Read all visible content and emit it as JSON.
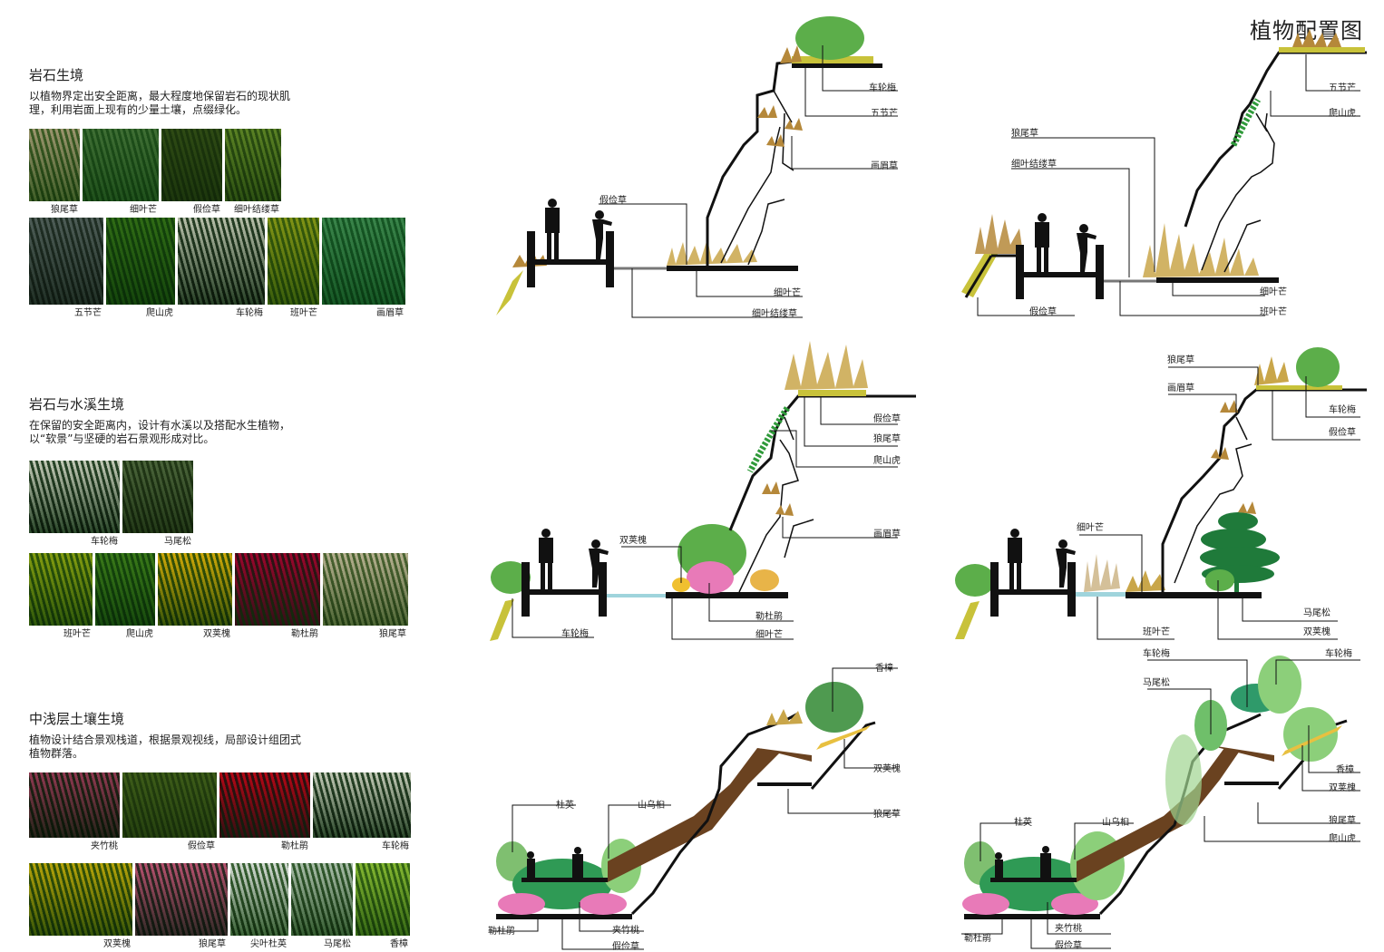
{
  "page_title": "植物配置图",
  "habitats": [
    {
      "title": "岩石生境",
      "desc": "以植物界定出安全距离，最大程度地保留岩石的现状肌理，利用岩面上现有的少量土壤，点缀绿化。",
      "row1": [
        {
          "name": "狼尾草",
          "c1": "#c8c3a8",
          "c2": "#4f7a3a"
        },
        {
          "name": "细叶芒",
          "c1": "#7fa874",
          "c2": "#3f7a3c"
        },
        {
          "name": "假俭草",
          "c1": "#6d8a48",
          "c2": "#43652e"
        },
        {
          "name": "细叶结缕草",
          "c1": "#98b660",
          "c2": "#4a7030"
        }
      ],
      "row2": [
        {
          "name": "五节芒",
          "c1": "#8d9a95",
          "c2": "#3b4f40"
        },
        {
          "name": "爬山虎",
          "c1": "#6fa64a",
          "c2": "#2f6a2a"
        },
        {
          "name": "车轮梅",
          "c1": "#d8ddd0",
          "c2": "#2e4a2e"
        },
        {
          "name": "班叶芒",
          "c1": "#b6c24a",
          "c2": "#4f7a2a"
        },
        {
          "name": "画眉草",
          "c1": "#7ab88a",
          "c2": "#2f7a45"
        }
      ]
    },
    {
      "title": "岩石与水溪生境",
      "desc": "在保留的安全距离内，设计有水溪以及搭配水生植物，以“软景”与坚硬的岩石景观形成对比。",
      "row1": [
        {
          "name": "车轮梅",
          "c1": "#dfe3d8",
          "c2": "#2f4f30"
        },
        {
          "name": "马尾松",
          "c1": "#8aa07a",
          "c2": "#3f5a30"
        }
      ],
      "row2": [
        {
          "name": "班叶芒",
          "c1": "#b8c840",
          "c2": "#3f6f2a"
        },
        {
          "name": "爬山虎",
          "c1": "#7ab050",
          "c2": "#2f6a2a"
        },
        {
          "name": "双荚槐",
          "c1": "#e6cf2e",
          "c2": "#3f6a2a"
        },
        {
          "name": "勒杜鹃",
          "c1": "#c8266a",
          "c2": "#3f6a36"
        },
        {
          "name": "狼尾草",
          "c1": "#d8d4c0",
          "c2": "#5a7a44"
        }
      ]
    },
    {
      "title": "中浅层土壤生境",
      "desc": "植物设计结合景观栈道，根据景观视线，局部设计组团式植物群落。",
      "row1": [
        {
          "name": "夹竹桃",
          "c1": "#c07890",
          "c2": "#2f4a2a"
        },
        {
          "name": "假俭草",
          "c1": "#7e9a50",
          "c2": "#4a6a30"
        },
        {
          "name": "勒杜鹃",
          "c1": "#d8284a",
          "c2": "#3a5a3a"
        },
        {
          "name": "车轮梅",
          "c1": "#dfe3d8",
          "c2": "#2f4f30"
        }
      ],
      "row2": [
        {
          "name": "双荚槐",
          "c1": "#d8cc30",
          "c2": "#3f6a2a"
        },
        {
          "name": "狼尾草",
          "c1": "#d890a8",
          "c2": "#3a4a3a"
        },
        {
          "name": "尖叶杜英",
          "c1": "#e8ece8",
          "c2": "#3f6a3a"
        },
        {
          "name": "马尾松",
          "c1": "#d0dcd0",
          "c2": "#3f6a3a"
        },
        {
          "name": "香樟",
          "c1": "#b8d870",
          "c2": "#4a7a30"
        }
      ]
    }
  ],
  "sections": [
    {
      "id": "rock-a",
      "labels": [
        "车轮梅",
        "五节芒",
        "画眉草",
        "假俭草",
        "细叶芒",
        "细叶结缕草"
      ]
    },
    {
      "id": "rock-b",
      "labels": [
        "五节芒",
        "爬山虎",
        "狼尾草",
        "细叶结缕草",
        "细叶芒",
        "班叶芒",
        "假俭草"
      ]
    },
    {
      "id": "stream-a",
      "labels": [
        "假俭草",
        "狼尾草",
        "爬山虎",
        "画眉草",
        "双荚槐",
        "勒杜鹃",
        "细叶芒",
        "车轮梅"
      ]
    },
    {
      "id": "stream-b",
      "labels": [
        "狼尾草",
        "画眉草",
        "车轮梅",
        "假俭草",
        "细叶芒",
        "马尾松",
        "双荚槐",
        "班叶芒"
      ]
    },
    {
      "id": "soil-a",
      "labels": [
        "香樟",
        "双荚槐",
        "狼尾草",
        "杜英",
        "山乌桕",
        "勒杜鹃",
        "夹竹桃",
        "假俭草"
      ]
    },
    {
      "id": "soil-b",
      "labels": [
        "车轮梅",
        "车轮梅",
        "马尾松",
        "香樟",
        "双荚槐",
        "狼尾草",
        "爬山虎",
        "杜英",
        "山乌桕",
        "勒杜鹃",
        "夹竹桃",
        "假俭草"
      ]
    }
  ],
  "colors": {
    "rock_line": "#111111",
    "grass_gold": "#c9a64a",
    "soil_yellow": "#c8c23a",
    "tree_green": "#5aa050",
    "pine_green": "#1f7a3a",
    "vine_green": "#2f9a3a",
    "azalea_pink": "#e87ab8",
    "boardwalk_brown": "#6a4220",
    "water_blue": "#9fd4dc"
  }
}
